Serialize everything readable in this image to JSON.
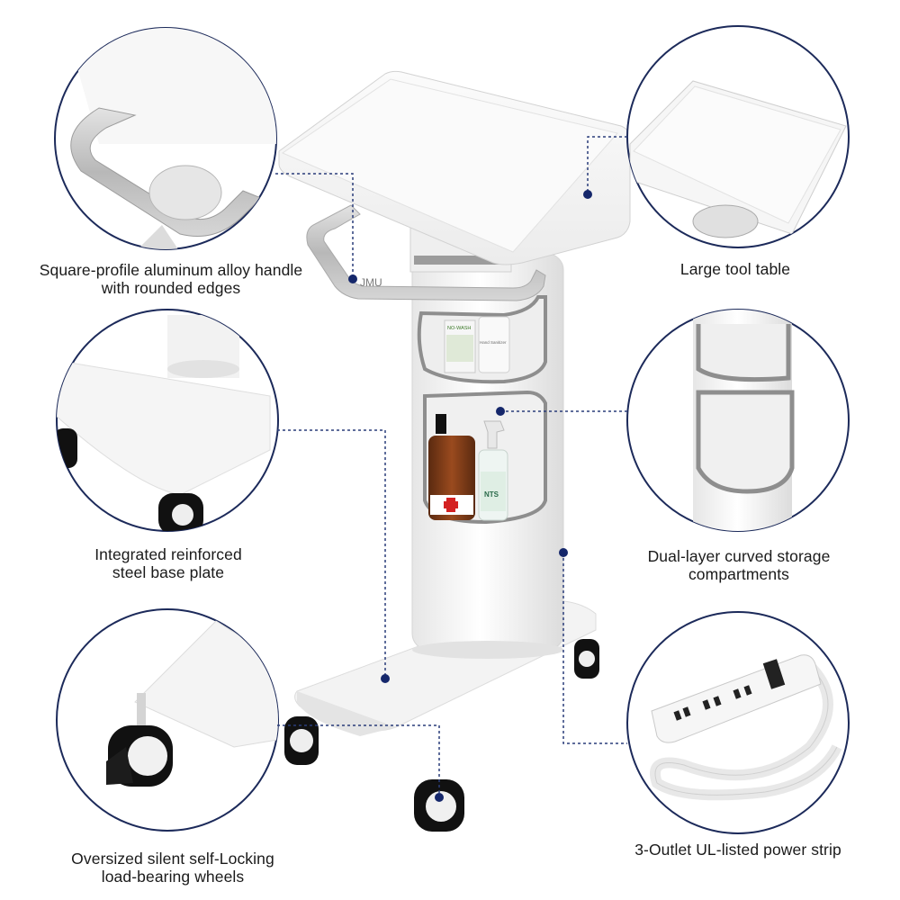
{
  "brand_logo": "JMU",
  "products": {
    "small_bottle_label": "NO-WASH",
    "small_bottle_sublabel": "Hand Sanitizer",
    "spray_bottle_label": "NTS"
  },
  "features": {
    "handle": {
      "line1": "Square-profile aluminum alloy handle",
      "line2": "with rounded edges"
    },
    "table": {
      "line1": "Large tool table"
    },
    "base": {
      "line1": "Integrated reinforced",
      "line2": "steel base plate"
    },
    "storage": {
      "line1": "Dual-layer curved storage",
      "line2": "compartments"
    },
    "wheels": {
      "line1": "Oversized silent self-Locking",
      "line2": "load-bearing wheels"
    },
    "power": {
      "line1": "3-Outlet UL-listed power strip"
    }
  },
  "colors": {
    "accent": "#15276b",
    "circle_stroke": "#1c2a5a",
    "cart_white": "#f4f4f4",
    "trim_gray": "#9a9a9a"
  }
}
